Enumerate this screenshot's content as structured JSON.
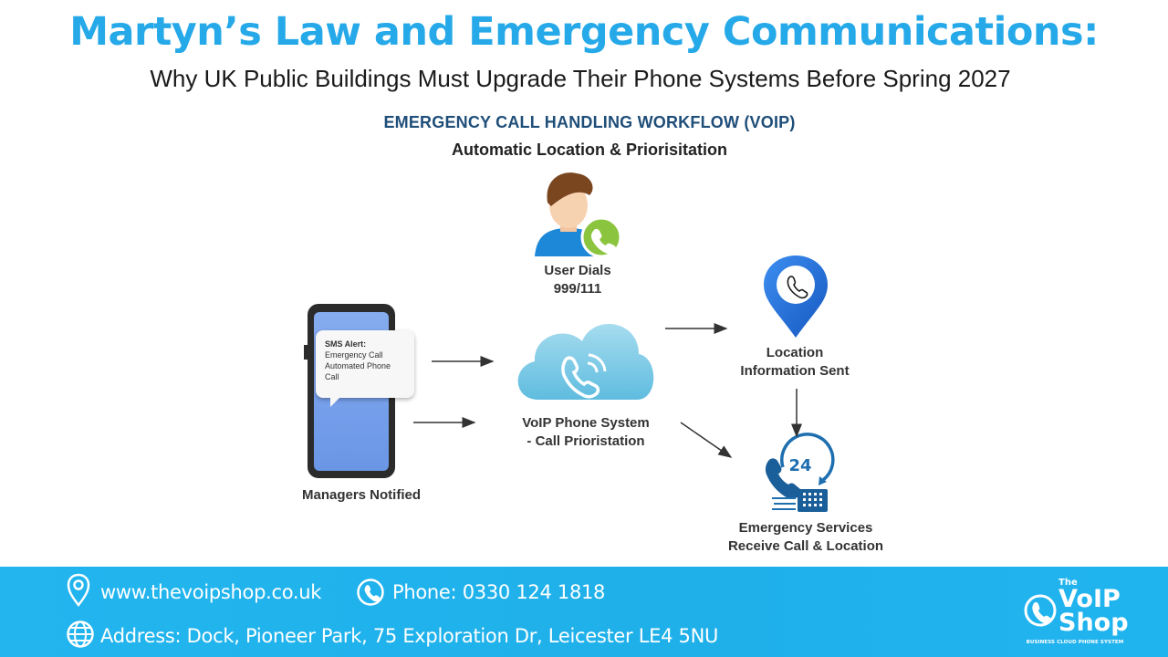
{
  "header": {
    "title": "Martyn’s Law and Emergency Communications:",
    "subtitle": "Why UK Public Buildings Must Upgrade Their Phone Systems Before Spring 2027"
  },
  "workflow": {
    "title": "EMERGENCY CALL HANDLING WORKFLOW (VOIP)",
    "subtitle": "Automatic Location & Priorisitation",
    "nodes": {
      "user": {
        "line1": "User Dials",
        "line2": "999/111"
      },
      "voip": {
        "line1": "VoIP Phone System",
        "line2": "-  Call Prioristation"
      },
      "location": {
        "line1": "Location",
        "line2": "Information Sent"
      },
      "emergency": {
        "line1": "Emergency Services",
        "line2": "Receive Call & Location",
        "badge": "24"
      },
      "managers": {
        "label": "Managers Notified"
      }
    },
    "sms": {
      "title": "SMS Alert:",
      "line1": "Emergency Call",
      "line2": "Automated Phone Call"
    }
  },
  "footer": {
    "website": "www.thevoipshop.co.uk",
    "phone": "Phone: 0330 124 1818",
    "address": "Address: Dock, Pioneer Park, 75 Exploration Dr, Leicester LE4 5NU",
    "logo": {
      "the": "The",
      "voip": "VoIP",
      "shop": "Shop",
      "tagline": "BUSINESS CLOUD PHONE SYSTEM"
    }
  },
  "colors": {
    "title_blue": "#26a9e8",
    "navy": "#1f4e79",
    "footer_blue": "#22b5ee",
    "pin_blue": "#1a73e8",
    "cloud_blue": "#7fcbe6"
  }
}
